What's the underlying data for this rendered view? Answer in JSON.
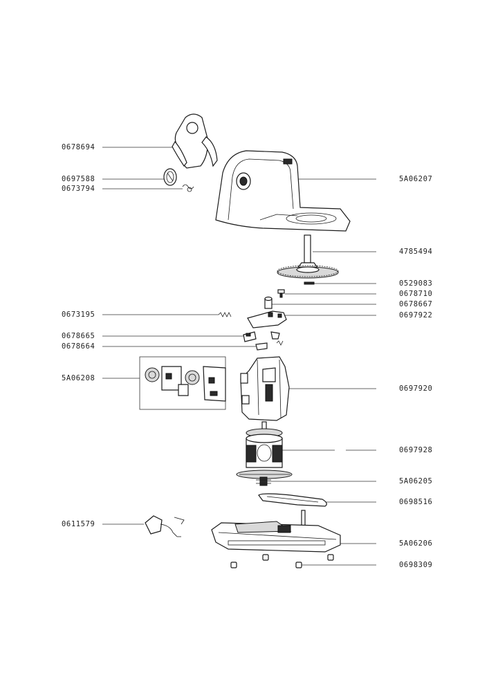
{
  "labels_left": [
    {
      "code": "0678694"
    },
    {
      "code": "0697588"
    },
    {
      "code": "0673794"
    },
    {
      "code": "0673195"
    },
    {
      "code": "0678665"
    },
    {
      "code": "0678664"
    },
    {
      "code": "5A06208"
    },
    {
      "code": "0611579"
    }
  ],
  "labels_right": [
    {
      "code": "5A06207"
    },
    {
      "code": "4785494"
    },
    {
      "code": "0529083"
    },
    {
      "code": "0678710"
    },
    {
      "code": "0678667"
    },
    {
      "code": "0697922"
    },
    {
      "code": "0697920"
    },
    {
      "code": "0697928"
    },
    {
      "code": "5A06205"
    },
    {
      "code": "0698516"
    },
    {
      "code": "5A06206"
    },
    {
      "code": "0698309"
    }
  ]
}
